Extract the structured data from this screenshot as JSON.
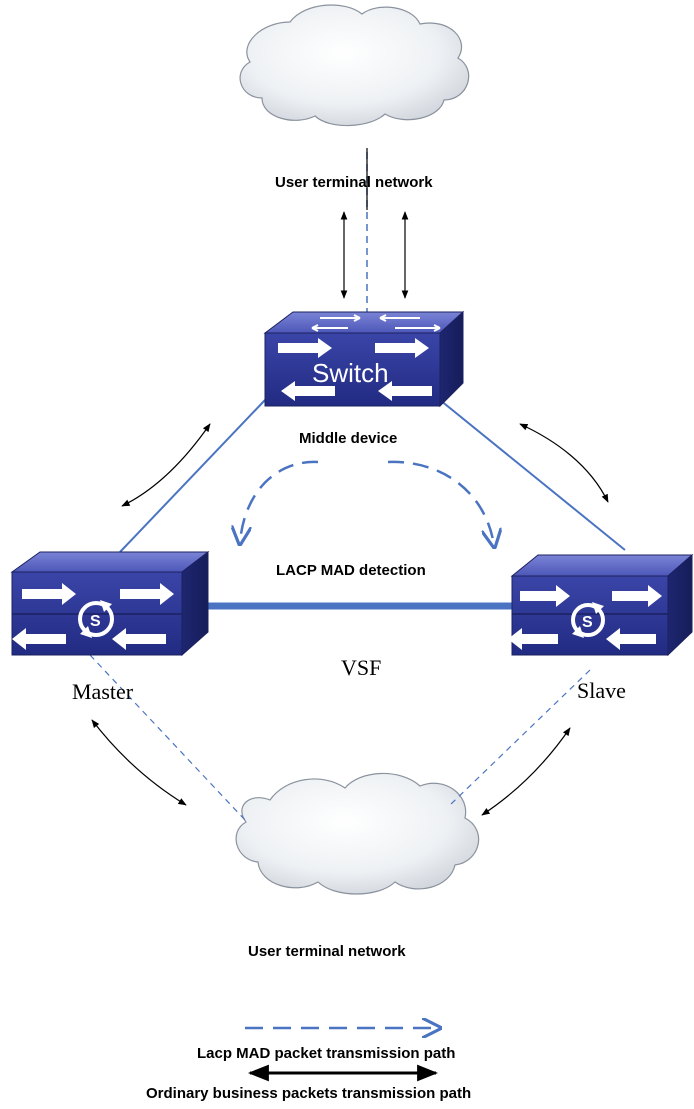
{
  "labels": {
    "top_network": "User terminal network",
    "middle_device": "Middle device",
    "switch_text": "Switch",
    "lacp_detection": "LACP MAD detection",
    "vsf": "VSF",
    "master": "Master",
    "slave": "Slave",
    "bottom_network": "User terminal network"
  },
  "legend": {
    "lacp_path": "Lacp MAD packet transmission path",
    "ordinary_path": "Ordinary business packets transmission path"
  },
  "colors": {
    "device_blue": "#2b3594",
    "link_blue": "#4a74c2",
    "arrow_black": "#000000",
    "cloud_fill": "#e9edf2"
  }
}
